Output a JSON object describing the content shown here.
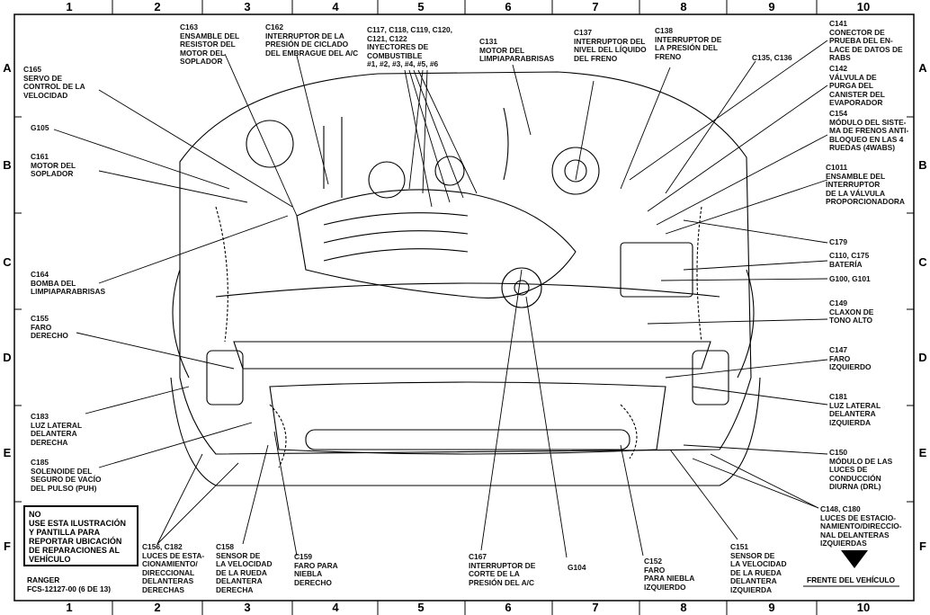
{
  "grid": {
    "columns": [
      "1",
      "2",
      "3",
      "4",
      "5",
      "6",
      "7",
      "8",
      "9",
      "10"
    ],
    "rows": [
      "A",
      "B",
      "C",
      "D",
      "E",
      "F"
    ]
  },
  "notice": "NO\nUSE ESTA ILUSTRACIÓN\nY PANTILLA PARA\nREPORTAR UBICACIÓN\nDE REPARACIONES AL\nVEHÍCULO",
  "model": "RANGER\nFCS-12127-00 (6 DE 13)",
  "front_label": "FRENTE DEL VEHÍCULO",
  "callouts": [
    {
      "id": "c163",
      "text": "C163\nENSAMBLE DEL\nRESISTOR DEL\nMOTOR DEL\nSOPLADOR"
    },
    {
      "id": "c162",
      "text": "C162\nINTERRUPTOR DE LA\nPRESIÓN DE CICLADO\nDEL EMBRAGUE DEL A/C"
    },
    {
      "id": "c117",
      "text": "C117, C118, C119, C120,\nC121, C122\nINYECTORES DE\nCOMBUSTIBLE\n#1, #2, #3, #4, #5, #6"
    },
    {
      "id": "c131",
      "text": "C131\nMOTOR DEL\nLIMPIAPARABRISAS"
    },
    {
      "id": "c137",
      "text": "C137\nINTERRUPTOR DEL\nNIVEL DEL LÍQUIDO\nDEL FRENO"
    },
    {
      "id": "c138",
      "text": "C138\nINTERRUPTOR DE\nLA PRESIÓN DEL\nFRENO"
    },
    {
      "id": "c135",
      "text": "C135, C136"
    },
    {
      "id": "c141",
      "text": "C141\nCONECTOR DE\nPRUEBA DEL EN-\nLACE DE DATOS DE\nRABS"
    },
    {
      "id": "c142",
      "text": "C142\nVÁLVULA DE\nPURGA DEL\nCANISTER DEL\nEVAPORADOR"
    },
    {
      "id": "c154",
      "text": "C154\nMÓDULO DEL SISTE-\nMA DE FRENOS ANTI-\nBLOQUEO EN LAS 4\nRUEDAS (4WABS)"
    },
    {
      "id": "c1011",
      "text": "C1011\nENSAMBLE DEL\nINTERRUPTOR\nDE LA VÁLVULA\nPROPORCIONADORA"
    },
    {
      "id": "c179",
      "text": "C179"
    },
    {
      "id": "c110",
      "text": "C110, C175\nBATERÍA"
    },
    {
      "id": "g100",
      "text": "G100, G101"
    },
    {
      "id": "c149",
      "text": "C149\nCLAXON DE\nTONO ALTO"
    },
    {
      "id": "c147",
      "text": "C147\nFARO\nIZQUIERDO"
    },
    {
      "id": "c181",
      "text": "C181\nLUZ LATERAL\nDELANTERA\nIZQUIERDA"
    },
    {
      "id": "c150",
      "text": "C150\nMÓDULO DE LAS\nLUCES DE\nCONDUCCIÓN\nDIURNA (DRL)"
    },
    {
      "id": "c148",
      "text": "C148, C180\nLUCES DE ESTACIO-\nNAMIENTO/DIRECCIO-\nNAL DELANTERAS\nIZQUIERDAS"
    },
    {
      "id": "c165",
      "text": "C165\nSERVO DE\nCONTROL DE LA\nVELOCIDAD"
    },
    {
      "id": "g105",
      "text": "G105"
    },
    {
      "id": "c161",
      "text": "C161\nMOTOR DEL\nSOPLADOR"
    },
    {
      "id": "c164",
      "text": "C164\nBOMBA DEL\nLIMPIAPARABRISAS"
    },
    {
      "id": "c155",
      "text": "C155\nFARO\nDERECHO"
    },
    {
      "id": "c183",
      "text": "C183\nLUZ LATERAL\nDELANTERA\nDERECHA"
    },
    {
      "id": "c185",
      "text": "C185\nSOLENOIDE DEL\nSEGURO DE VACÍO\nDEL PULSO (PUH)"
    },
    {
      "id": "c156",
      "text": "C156, C182\nLUCES DE ESTA-\nCIONAMIENTO/\nDIRECCIONAL\nDELANTERAS\nDERECHAS"
    },
    {
      "id": "c158",
      "text": "C158\nSENSOR DE\nLA VELOCIDAD\nDE LA RUEDA\nDELANTERA\nDERECHA"
    },
    {
      "id": "c159",
      "text": "C159\nFARO PARA\nNIEBLA\nDERECHO"
    },
    {
      "id": "c167",
      "text": "C167\nINTERRUPTOR DE\nCORTE DE LA\nPRESIÓN DEL A/C"
    },
    {
      "id": "g104",
      "text": "G104"
    },
    {
      "id": "c152",
      "text": "C152\nFARO\nPARA NIEBLA\nIZQUIERDO"
    },
    {
      "id": "c151",
      "text": "C151\nSENSOR DE\nLA VELOCIDAD\nDE LA RUEDA\nDELANTERA\nIZQUIERDA"
    }
  ]
}
